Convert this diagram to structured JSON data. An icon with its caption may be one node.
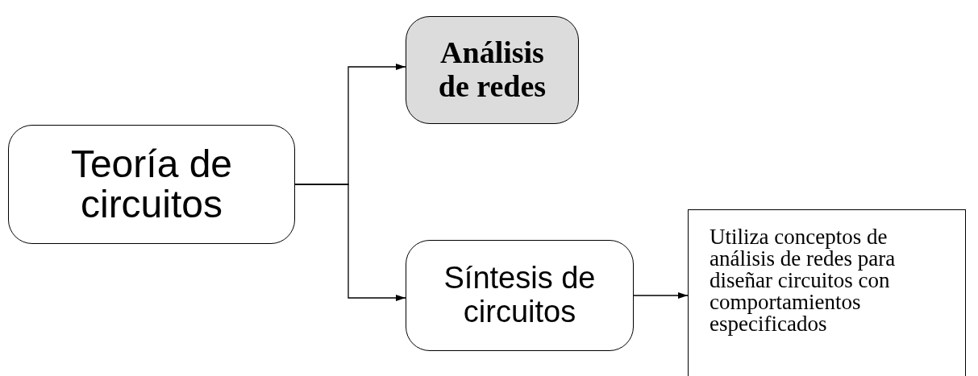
{
  "diagram": {
    "nodes": [
      {
        "text": [
          "Teoría de circuitos"
        ]
      },
      {
        "text": [
          "Análisis de redes"
        ]
      },
      {
        "text": [
          "Síntesis de circuitos"
        ]
      },
      {
        "text": [
          "Utiliza conceptos de análisis de redes para diseñar circuitos con comportamientos especificados"
        ]
      }
    ],
    "edges": [
      {
        "from": 0,
        "to": 1,
        "arrow": "to"
      },
      {
        "from": 0,
        "to": 2,
        "arrow": "to"
      },
      {
        "from": 2,
        "to": 3,
        "arrow": "to"
      }
    ]
  }
}
